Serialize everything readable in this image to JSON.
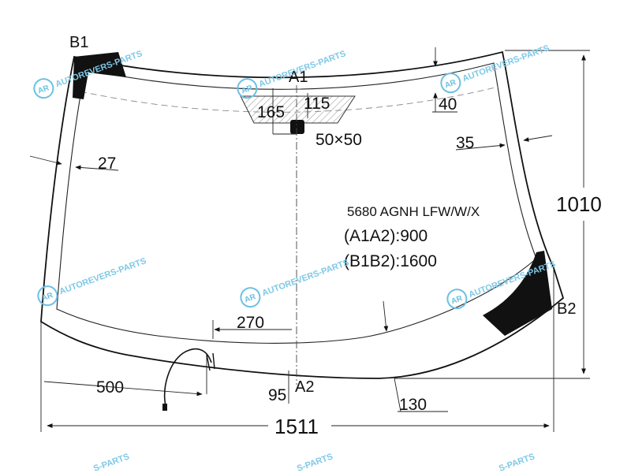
{
  "part_code": "5680 AGNH LFW/W/X",
  "ratios": {
    "a1a2": "(A1A2):900",
    "b1b2": "(B1B2):1600"
  },
  "points": {
    "a1": "A1",
    "a2": "A2",
    "b1": "B1",
    "b2": "B2"
  },
  "dimensions": {
    "width": "1511",
    "height": "1010",
    "d165": "165",
    "d115": "115",
    "d40": "40",
    "d35": "35",
    "d27": "27",
    "d50x50": "50×50",
    "d270": "270",
    "d500": "500",
    "d95": "95",
    "d130": "130"
  },
  "watermark": {
    "text": "AUTOREVERS-PARTS",
    "logo": "AR",
    "partial": "S-PARTS"
  },
  "colors": {
    "outline": "#111111",
    "black_ceramic": "#111111",
    "watermark": "#7ec8e6"
  }
}
